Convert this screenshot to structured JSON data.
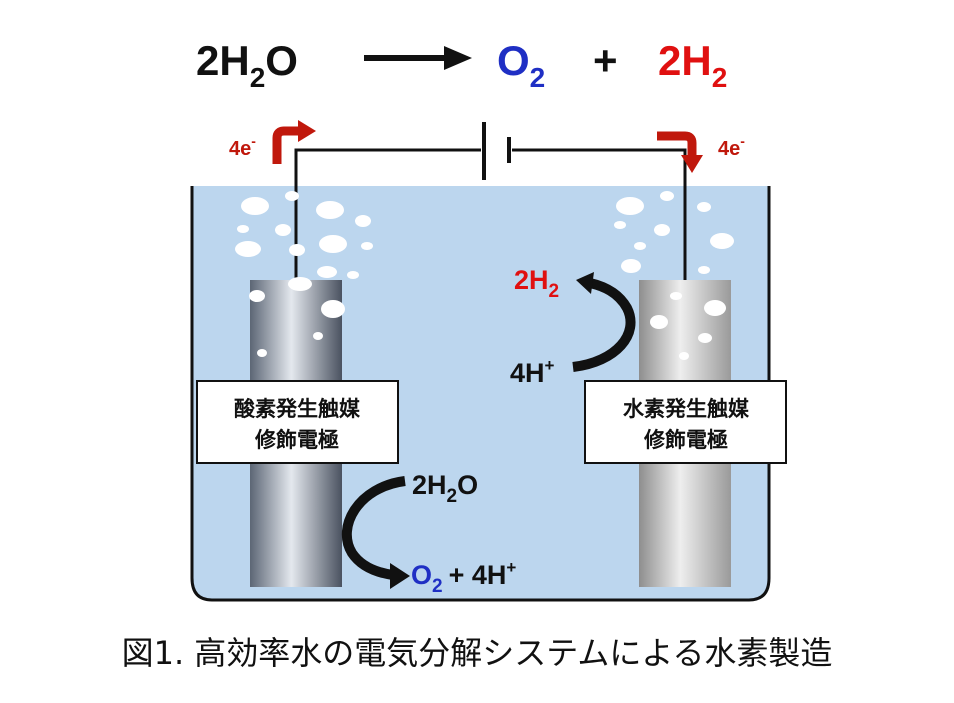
{
  "equation": {
    "left_coef": "2H",
    "left_sub": "2",
    "left_tail": "O",
    "o2_main": "O",
    "o2_sub": "2",
    "plus": "+",
    "h2_main": "2H",
    "h2_sub": "2"
  },
  "circuit": {
    "left_electrons_main": "4e",
    "left_electrons_sup": "-",
    "right_electrons_main": "4e",
    "right_electrons_sup": "-"
  },
  "left_electrode": {
    "label_line1": "酸素発生触媒",
    "label_line2": "修飾電極"
  },
  "right_electrode": {
    "label_line1": "水素発生触媒",
    "label_line2": "修飾電極"
  },
  "reactions": {
    "water_main": "2H",
    "water_sub": "2",
    "water_tail": "O",
    "o2_main": "O",
    "o2_sub": "2",
    "protons_product": "+ 4H",
    "protons_product_sup": "+",
    "protons_main": "4H",
    "protons_sup": "+",
    "h2_main": "2H",
    "h2_sub": "2"
  },
  "caption": "図1. 高効率水の電気分解システムによる水素製造",
  "colors": {
    "oxygen": "#1f2fc4",
    "hydrogen": "#e01010",
    "electron_arrow": "#c0180c",
    "water": "#bcd6ee",
    "text": "#111111"
  }
}
